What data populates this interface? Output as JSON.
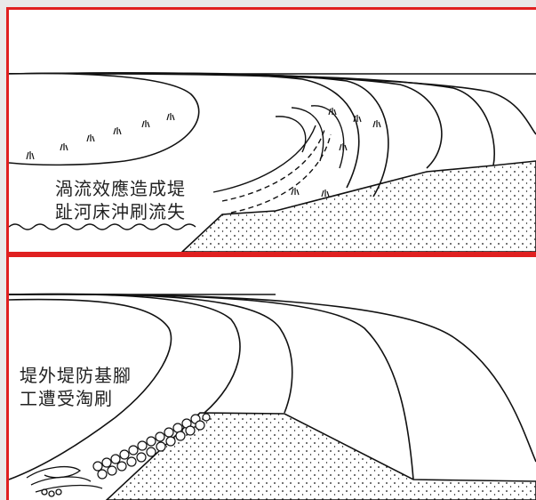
{
  "diagrams": {
    "top": {
      "caption_lines": [
        "渦流效應造成堤",
        "趾河床沖刷流失"
      ]
    },
    "bottom": {
      "caption_lines": [
        "堤外堤防基腳",
        "工遭受淘刷"
      ]
    }
  },
  "colors": {
    "frame": "#e02020",
    "line": "#111111",
    "background": "#ffffff",
    "page": "#e9e9e9"
  }
}
